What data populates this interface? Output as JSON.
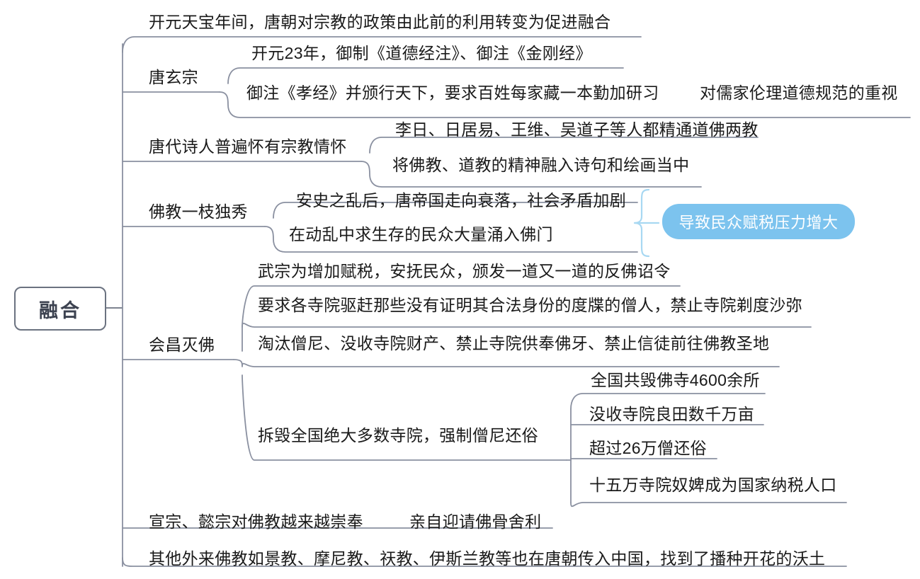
{
  "diagram": {
    "type": "mind-map",
    "root": {
      "label": "融合"
    },
    "branches": [
      {
        "id": "b1",
        "label": "开元天宝年间，唐朝对宗教的政策由此前的利用转变为促进融合",
        "children": []
      },
      {
        "id": "b2",
        "label": "唐玄宗",
        "children": [
          {
            "label": "开元23年，御制《道德经注》、御注《金刚经》"
          },
          {
            "label": "御注《孝经》并颁行天下，要求百姓每家藏一本勤加研习"
          }
        ],
        "aside": "对儒家伦理道德规范的重视"
      },
      {
        "id": "b3",
        "label": "唐代诗人普遍怀有宗教情怀",
        "children": [
          {
            "label": "李日、日居易、王维、吴道子等人都精通道佛两教"
          },
          {
            "label": "将佛教、道教的精神融入诗句和绘画当中"
          }
        ]
      },
      {
        "id": "b4",
        "label": "佛教一枝独秀",
        "children": [
          {
            "label": "安史之乱后，唐帝国走向衰落，社会矛盾加剧"
          },
          {
            "label": "在动乱中求生存的民众大量涌入佛门"
          }
        ],
        "callout": "导致民众赋税压力增大"
      },
      {
        "id": "b5",
        "label": "会昌灭佛",
        "children": [
          {
            "label": "武宗为增加赋税，安抚民众，颁发一道又一道的反佛诏令"
          },
          {
            "label": "要求各寺院驱赶那些没有证明其合法身份的度牒的僧人，禁止寺院剃度沙弥"
          },
          {
            "label": "淘汰僧尼、没收寺院财产、禁止寺院供奉佛牙、禁止信徒前往佛教圣地"
          },
          {
            "label": "拆毁全国绝大多数寺院，强制僧尼还俗",
            "children": [
              {
                "label": "全国共毁佛寺4600余所"
              },
              {
                "label": "没收寺院良田数千万亩"
              },
              {
                "label": "超过26万僧还俗"
              },
              {
                "label": "十五万寺院奴婢成为国家纳税人口"
              }
            ]
          }
        ]
      },
      {
        "id": "b6",
        "label": "宣宗、懿宗对佛教越来越崇奉",
        "aside": "亲自迎请佛骨舍利",
        "children": []
      },
      {
        "id": "b7",
        "label": "其他外来佛教如景教、摩尼教、祆教、伊斯兰教等也在唐朝传入中国，找到了播种开花的沃土",
        "children": []
      }
    ],
    "colors": {
      "line": "#8a90a0",
      "line_dark": "#6b7280",
      "accent": "#7cc3ee",
      "accent_brace": "#a8d8f2",
      "text": "#1a1a1a",
      "root_text": "#3c4250",
      "callout_text": "#ffffff"
    }
  }
}
